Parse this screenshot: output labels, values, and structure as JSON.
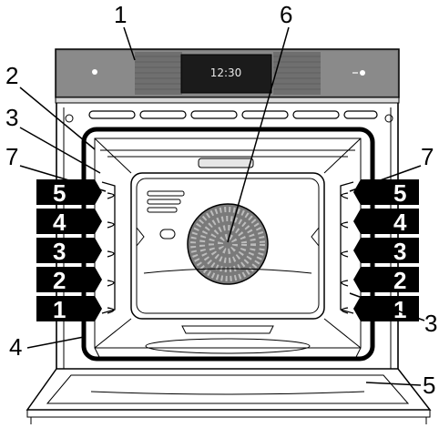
{
  "display": {
    "time": "12:30"
  },
  "callouts": {
    "control_panel": "1",
    "grill_element": "2",
    "oven_light": "3",
    "oven_light_lower": "3",
    "door_seal": "4",
    "oven_door": "5",
    "fan_cover": "6",
    "shelf_supports_left": "7",
    "shelf_supports_right": "7"
  },
  "shelf_levels": [
    "5",
    "4",
    "3",
    "2",
    "1"
  ]
}
